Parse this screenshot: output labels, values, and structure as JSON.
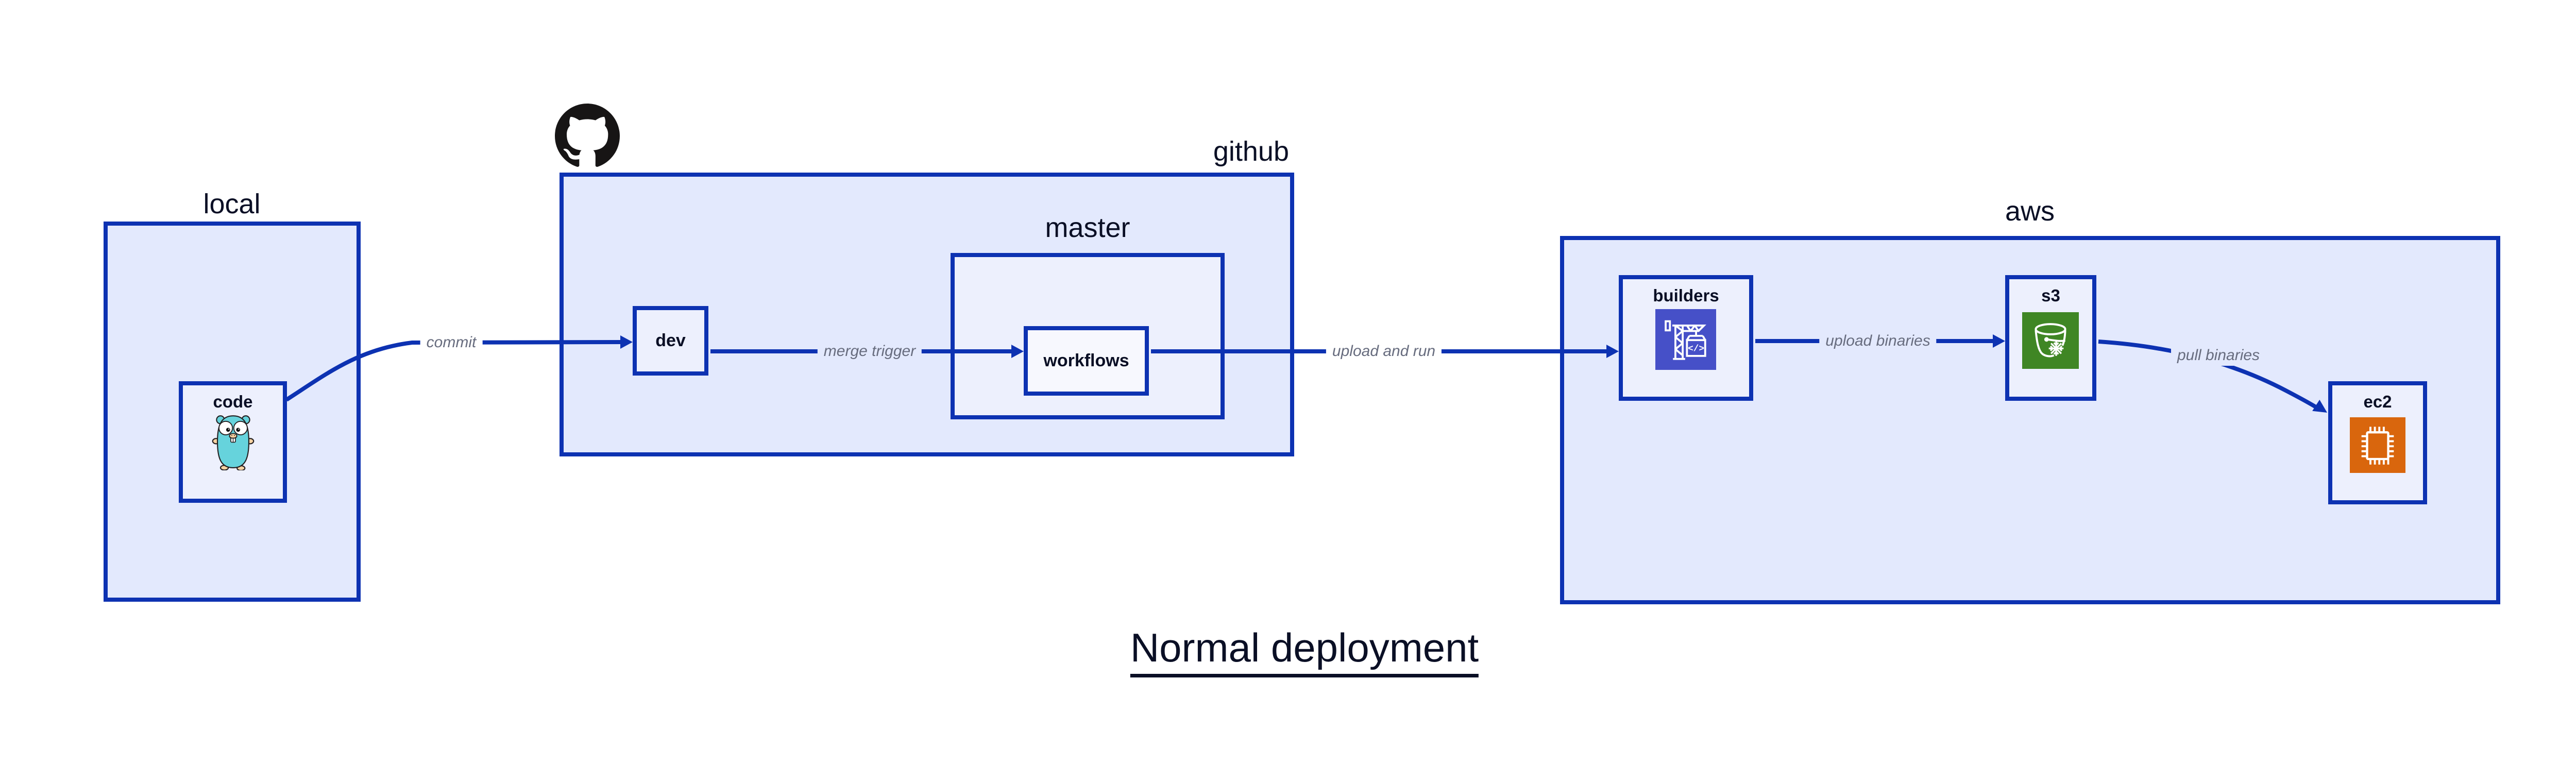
{
  "diagram": {
    "title": "Normal deployment",
    "containers": {
      "local": {
        "label": "local"
      },
      "github": {
        "label": "github",
        "icon": "github-octocat-icon"
      },
      "master": {
        "label": "master"
      },
      "aws": {
        "label": "aws"
      }
    },
    "nodes": {
      "code": {
        "label": "code",
        "icon": "go-gopher-icon"
      },
      "dev": {
        "label": "dev"
      },
      "workflows": {
        "label": "workflows"
      },
      "builders": {
        "label": "builders",
        "icon": "aws-codebuild-icon"
      },
      "s3": {
        "label": "s3",
        "icon": "aws-s3-glacier-icon"
      },
      "ec2": {
        "label": "ec2",
        "icon": "aws-ec2-icon"
      }
    },
    "edges": [
      {
        "from": "code",
        "to": "dev",
        "label": "commit"
      },
      {
        "from": "dev",
        "to": "workflows",
        "label": "merge trigger"
      },
      {
        "from": "workflows",
        "to": "builders",
        "label": "upload and run"
      },
      {
        "from": "builders",
        "to": "s3",
        "label": "upload binaries"
      },
      {
        "from": "s3",
        "to": "ec2",
        "label": "pull binaries"
      }
    ],
    "colors": {
      "border_blue": "#0D32B2",
      "fill_level1": "#E3E9FD",
      "fill_level2": "#EDF0FD",
      "fill_level3": "#F7F8FE",
      "label_dark": "#0A0F25",
      "edge_label_gray": "#676C7E",
      "github_black": "#171515",
      "gopher_teal": "#66D3DC",
      "codebuild_indigo": "#4650C8",
      "s3_glacier_green": "#3F8624",
      "ec2_orange": "#D9660D"
    }
  }
}
